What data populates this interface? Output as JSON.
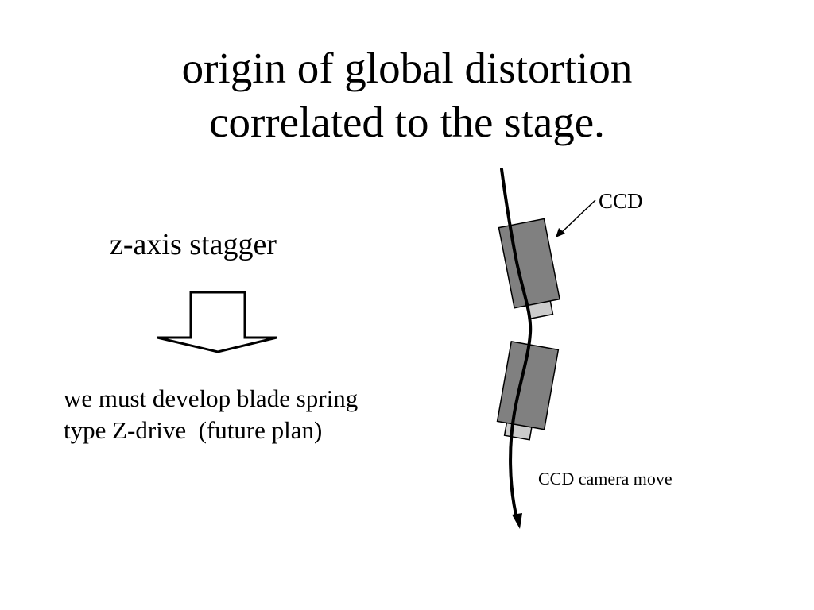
{
  "slide": {
    "title_lines": [
      "origin of global distortion",
      "correlated to the stage."
    ],
    "subheading": "z-axis stagger",
    "body_lines": [
      "we must develop blade spring",
      "type Z-drive  (future plan)"
    ]
  },
  "diagram": {
    "ccd_label": "CCD",
    "motion_label": "CCD camera move",
    "colors": {
      "camera_body": "#808080",
      "camera_lens": "#cccccc",
      "stroke": "#000000"
    }
  }
}
